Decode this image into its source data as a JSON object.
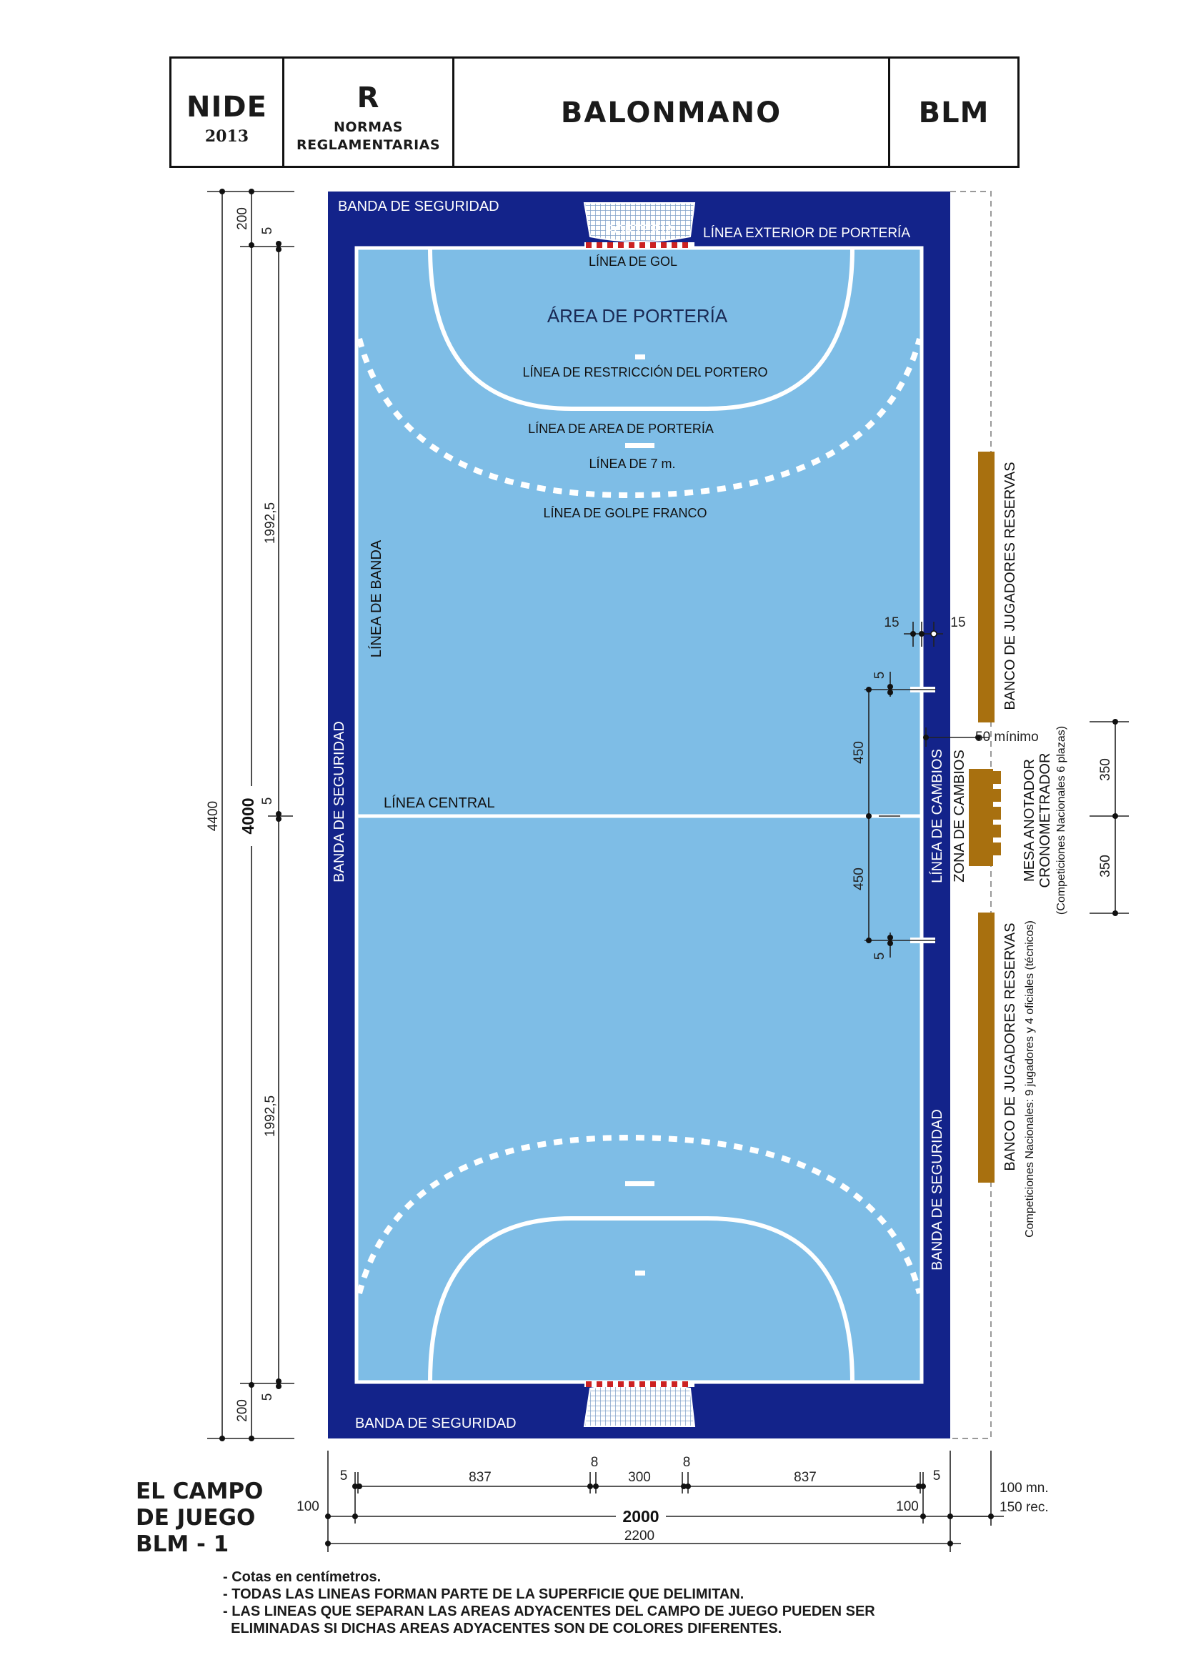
{
  "header": {
    "code": "NIDE",
    "year": "2013",
    "category_letter": "R",
    "category_line1": "NORMAS",
    "category_line2": "REGLAMENTARIAS",
    "sport": "BALONMANO",
    "sport_code": "BLM"
  },
  "labels": {
    "safety_band_top": "BANDA DE SEGURIDAD",
    "safety_band_bottom": "BANDA DE SEGURIDAD",
    "safety_band_left": "BANDA DE SEGURIDAD",
    "safety_band_right": "BANDA DE SEGURIDAD",
    "goal": "PORTERÍA",
    "goal_outer_line": "LÍNEA  EXTERIOR DE PORTERÍA",
    "goal_line": "LÍNEA  DE GOL",
    "goal_area": "ÁREA DE PORTERÍA",
    "goalkeeper_restriction_line": "LÍNEA DE RESTRICCIÓN DEL PORTERO",
    "goal_area_line": "LÍNEA DE AREA DE PORTERÍA",
    "seven_m_line": "LÍNEA DE 7 m.",
    "free_throw_line": "LÍNEA DE GOLPE FRANCO",
    "side_line": "LÍNEA DE BANDA",
    "center_line": "LÍNEA CENTRAL",
    "substitution_line": "LÍNEA DE CAMBIOS",
    "substitution_zone": "ZONA DE CAMBIOS",
    "bench_top": "BANCO DE JUGADORES RESERVAS",
    "bench_bottom": "BANCO DE JUGADORES RESERVAS",
    "bench_note": "Competiciones Nacionales: 9 jugadores y 4 oficiales (técnicos)",
    "table_line1": "MESA  ANOTADOR",
    "table_line2": "CRONOMETRADOR",
    "table_note": "(Competiciones Nacionales 6 plazas)",
    "min_distance": "50 mínimo"
  },
  "dimensions": {
    "total_length": "4400",
    "court_length": "4000",
    "safety_top": "200",
    "safety_bottom": "200",
    "half_length_top": "1992,5",
    "half_length_bottom": "1992,5",
    "line_width_top": "5",
    "line_width_center": "5",
    "line_width_bottom": "5",
    "sub_mark_width_top": "5",
    "sub_mark_width_bottom": "5",
    "sub_mark_15_left": "15",
    "sub_mark_15_right": "15",
    "sub_zone_top": "450",
    "sub_zone_bottom": "450",
    "table_top": "350",
    "table_bottom": "350",
    "w_line_left": "5",
    "w_side_left": "837",
    "w_post_left": "8",
    "w_goal": "300",
    "w_post_right": "8",
    "w_side_right": "837",
    "w_line_right": "5",
    "w_safety_left": "100",
    "w_safety_right": "100",
    "court_width": "2000",
    "total_width": "2200",
    "outer_min": "100 mn.",
    "outer_rec": "150 rec."
  },
  "footer": {
    "title_line1": "EL CAMPO",
    "title_line2": "DE JUEGO",
    "title_line3": "BLM - 1",
    "note1": "- Cotas en centímetros.",
    "note2": "- TODAS LAS LINEAS FORMAN PARTE DE LA SUPERFICIE QUE DELIMITAN.",
    "note3": "- LAS LINEAS QUE SEPARAN LAS AREAS ADYACENTES DEL CAMPO DE JUEGO PUEDEN SER",
    "note4": "  ELIMINADAS SI DICHAS AREAS ADYACENTES SON DE COLORES DIFERENTES."
  },
  "colors": {
    "safety_band": "#13238a",
    "court": "#7ebde6",
    "lines": "#ffffff",
    "bench": "#a8700f",
    "goal_post": "#cc2222",
    "dim_lines": "#222222"
  }
}
